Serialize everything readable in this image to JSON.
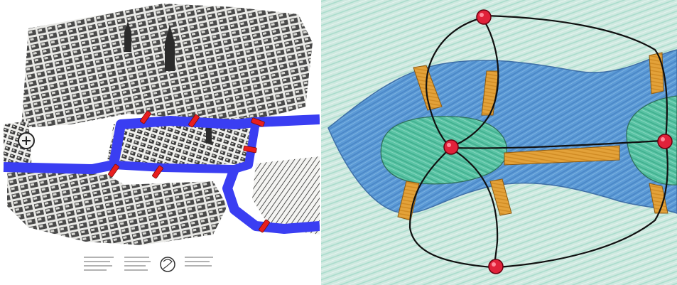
{
  "figure": {
    "left_panel": {
      "subject": "city-map-engraving",
      "river_color": "#3a3ef2",
      "bridge_color": "#e81e1e",
      "bridge_count": 7
    },
    "right_panel": {
      "subject": "hand-drawn-graph",
      "water_color": "#5b9ad6",
      "land_color": "#59c3a4",
      "background_color": "#cfe9e0",
      "bridge_color": "#e3a23a",
      "vertex_color": "#e0223a",
      "edge_color": "#111111",
      "vertex_count": 4,
      "edge_count": 7
    }
  }
}
